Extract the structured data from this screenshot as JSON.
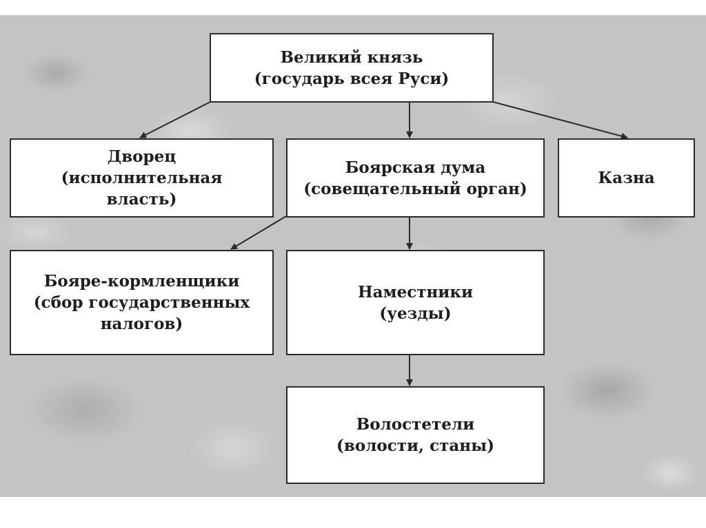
{
  "diagram": {
    "colors": {
      "line": "#2a2a2a",
      "box_fill": "#ffffff",
      "background": "#c4c4c4"
    },
    "nodes": {
      "grand_prince": {
        "line1": "Великий князь",
        "line2": "(государь всея Руси)"
      },
      "palace": {
        "line1": "Дворец",
        "line2": "(исполнительная",
        "line3": "власть)"
      },
      "boyar_duma": {
        "line1": "Боярская дума",
        "line2": "(совещательный орган)"
      },
      "treasury": {
        "line1": "Казна"
      },
      "boyar_kormlenshchiki": {
        "line1": "Бояре-кормленщики",
        "line2": "(сбор государственных",
        "line3": "налогов)"
      },
      "namestniki": {
        "line1": "Наместники",
        "line2": "(уезды)"
      },
      "volosteli": {
        "line1": "Волостетели",
        "line2": "(волости, станы)"
      }
    },
    "edges": [
      {
        "from": "grand_prince",
        "to": "palace"
      },
      {
        "from": "grand_prince",
        "to": "boyar_duma"
      },
      {
        "from": "grand_prince",
        "to": "treasury"
      },
      {
        "from": "boyar_duma",
        "to": "boyar_kormlenshchiki"
      },
      {
        "from": "boyar_duma",
        "to": "namestniki"
      },
      {
        "from": "namestniki",
        "to": "volosteli"
      }
    ]
  }
}
